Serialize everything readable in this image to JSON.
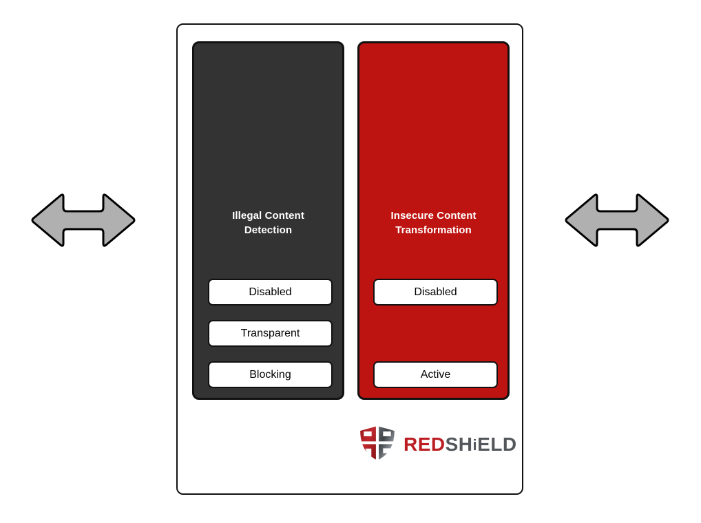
{
  "diagram": {
    "panels": [
      {
        "id": "illegal-content-detection",
        "title": "Illegal Content\nDetection",
        "background_color": "#333333",
        "title_color": "#FFFFFF",
        "options": [
          {
            "label": "Disabled",
            "slot": 1
          },
          {
            "label": "Transparent",
            "slot": 2
          },
          {
            "label": "Blocking",
            "slot": 3
          }
        ]
      },
      {
        "id": "insecure-content-transformation",
        "title": "Insecure Content\nTransformation",
        "background_color": "#BE1411",
        "title_color": "#FFFFFF",
        "options": [
          {
            "label": "Disabled",
            "slot": 1
          },
          {
            "label": "Active",
            "slot": 3
          }
        ]
      }
    ],
    "arrows": [
      {
        "id": "arrow-left",
        "icon": "double-headed-arrow-icon",
        "fill_color": "#B0B0B0",
        "stroke_color": "#000000"
      },
      {
        "id": "arrow-right",
        "icon": "double-headed-arrow-icon",
        "fill_color": "#B0B0B0",
        "stroke_color": "#000000"
      }
    ],
    "logo": {
      "icon": "redshield-shield-icon",
      "wordmark_primary": "RED",
      "wordmark_secondary_1": "SH",
      "wordmark_secondary_i": "i",
      "wordmark_secondary_2": "ELD",
      "primary_color": "#BB1D22",
      "secondary_color": "#53565A"
    },
    "card": {
      "border_color": "#111111",
      "background_color": "#FFFFFF"
    }
  }
}
